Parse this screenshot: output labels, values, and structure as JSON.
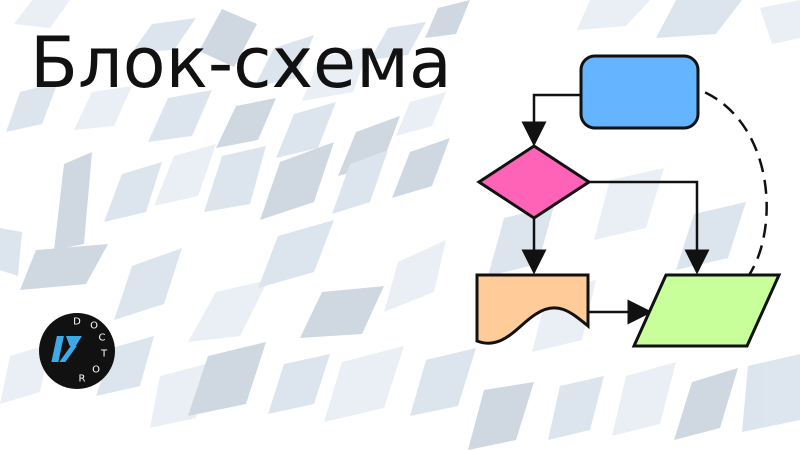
{
  "title": "Блок-схема",
  "logo": {
    "letters": [
      "D",
      "O",
      "C",
      "T",
      "O",
      "R"
    ],
    "circle_color": "#111111",
    "mark_color": "#3fa9e8"
  },
  "diagram": {
    "nodes": [
      {
        "id": "start",
        "shape": "rounded-rectangle",
        "fill": "#64b4ff"
      },
      {
        "id": "decision",
        "shape": "diamond",
        "fill": "#ff63b7"
      },
      {
        "id": "document",
        "shape": "document",
        "fill": "#ffcc99"
      },
      {
        "id": "data",
        "shape": "parallelogram",
        "fill": "#c8ff9a"
      }
    ],
    "edges": [
      {
        "from": "start",
        "to": "decision",
        "style": "solid-arrow"
      },
      {
        "from": "decision",
        "to": "document",
        "style": "solid-arrow"
      },
      {
        "from": "decision",
        "to": "data",
        "style": "solid-arrow"
      },
      {
        "from": "document",
        "to": "data",
        "style": "solid-arrow"
      },
      {
        "from": "data",
        "to": "start",
        "style": "dashed"
      }
    ],
    "stroke_color": "#111111"
  },
  "background": {
    "shape_colors": [
      "#e9eef5",
      "#dbe4ee",
      "#cdd6e0",
      "#aeb8c4"
    ]
  }
}
